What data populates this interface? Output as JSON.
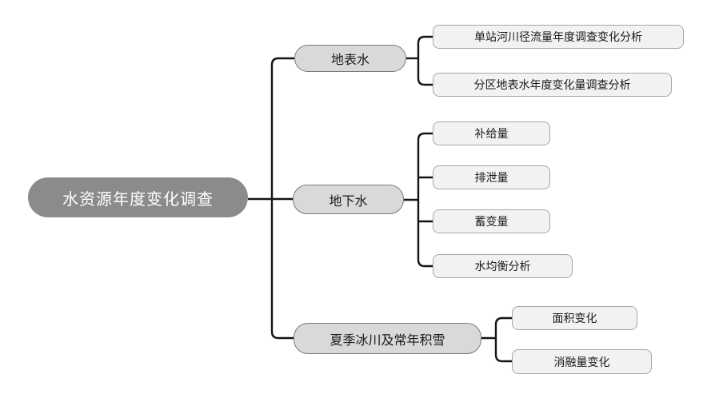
{
  "diagram": {
    "title": "水资源年度变化调查",
    "root": {
      "label": "水资源年度变化调查"
    },
    "branches": [
      {
        "label": "地表水",
        "children": [
          {
            "label": "单站河川径流量年度调查变化分析"
          },
          {
            "label": "分区地表水年度变化量调查分析"
          }
        ]
      },
      {
        "label": "地下水",
        "children": [
          {
            "label": "补给量"
          },
          {
            "label": "排泄量"
          },
          {
            "label": "蓄变量"
          },
          {
            "label": "水均衡分析"
          }
        ]
      },
      {
        "label": "夏季冰川及常年积雪",
        "children": [
          {
            "label": "面积变化"
          },
          {
            "label": "消融量变化"
          }
        ]
      }
    ],
    "colors": {
      "root_fill": "#8b8b8b",
      "root_text": "#ffffff",
      "branch_fill": "#d9d9d9",
      "branch_border": "#7a7a7a",
      "leaf_fill": "#f2f2f2",
      "leaf_border": "#a6a6a6",
      "line_color": "#141414"
    }
  }
}
